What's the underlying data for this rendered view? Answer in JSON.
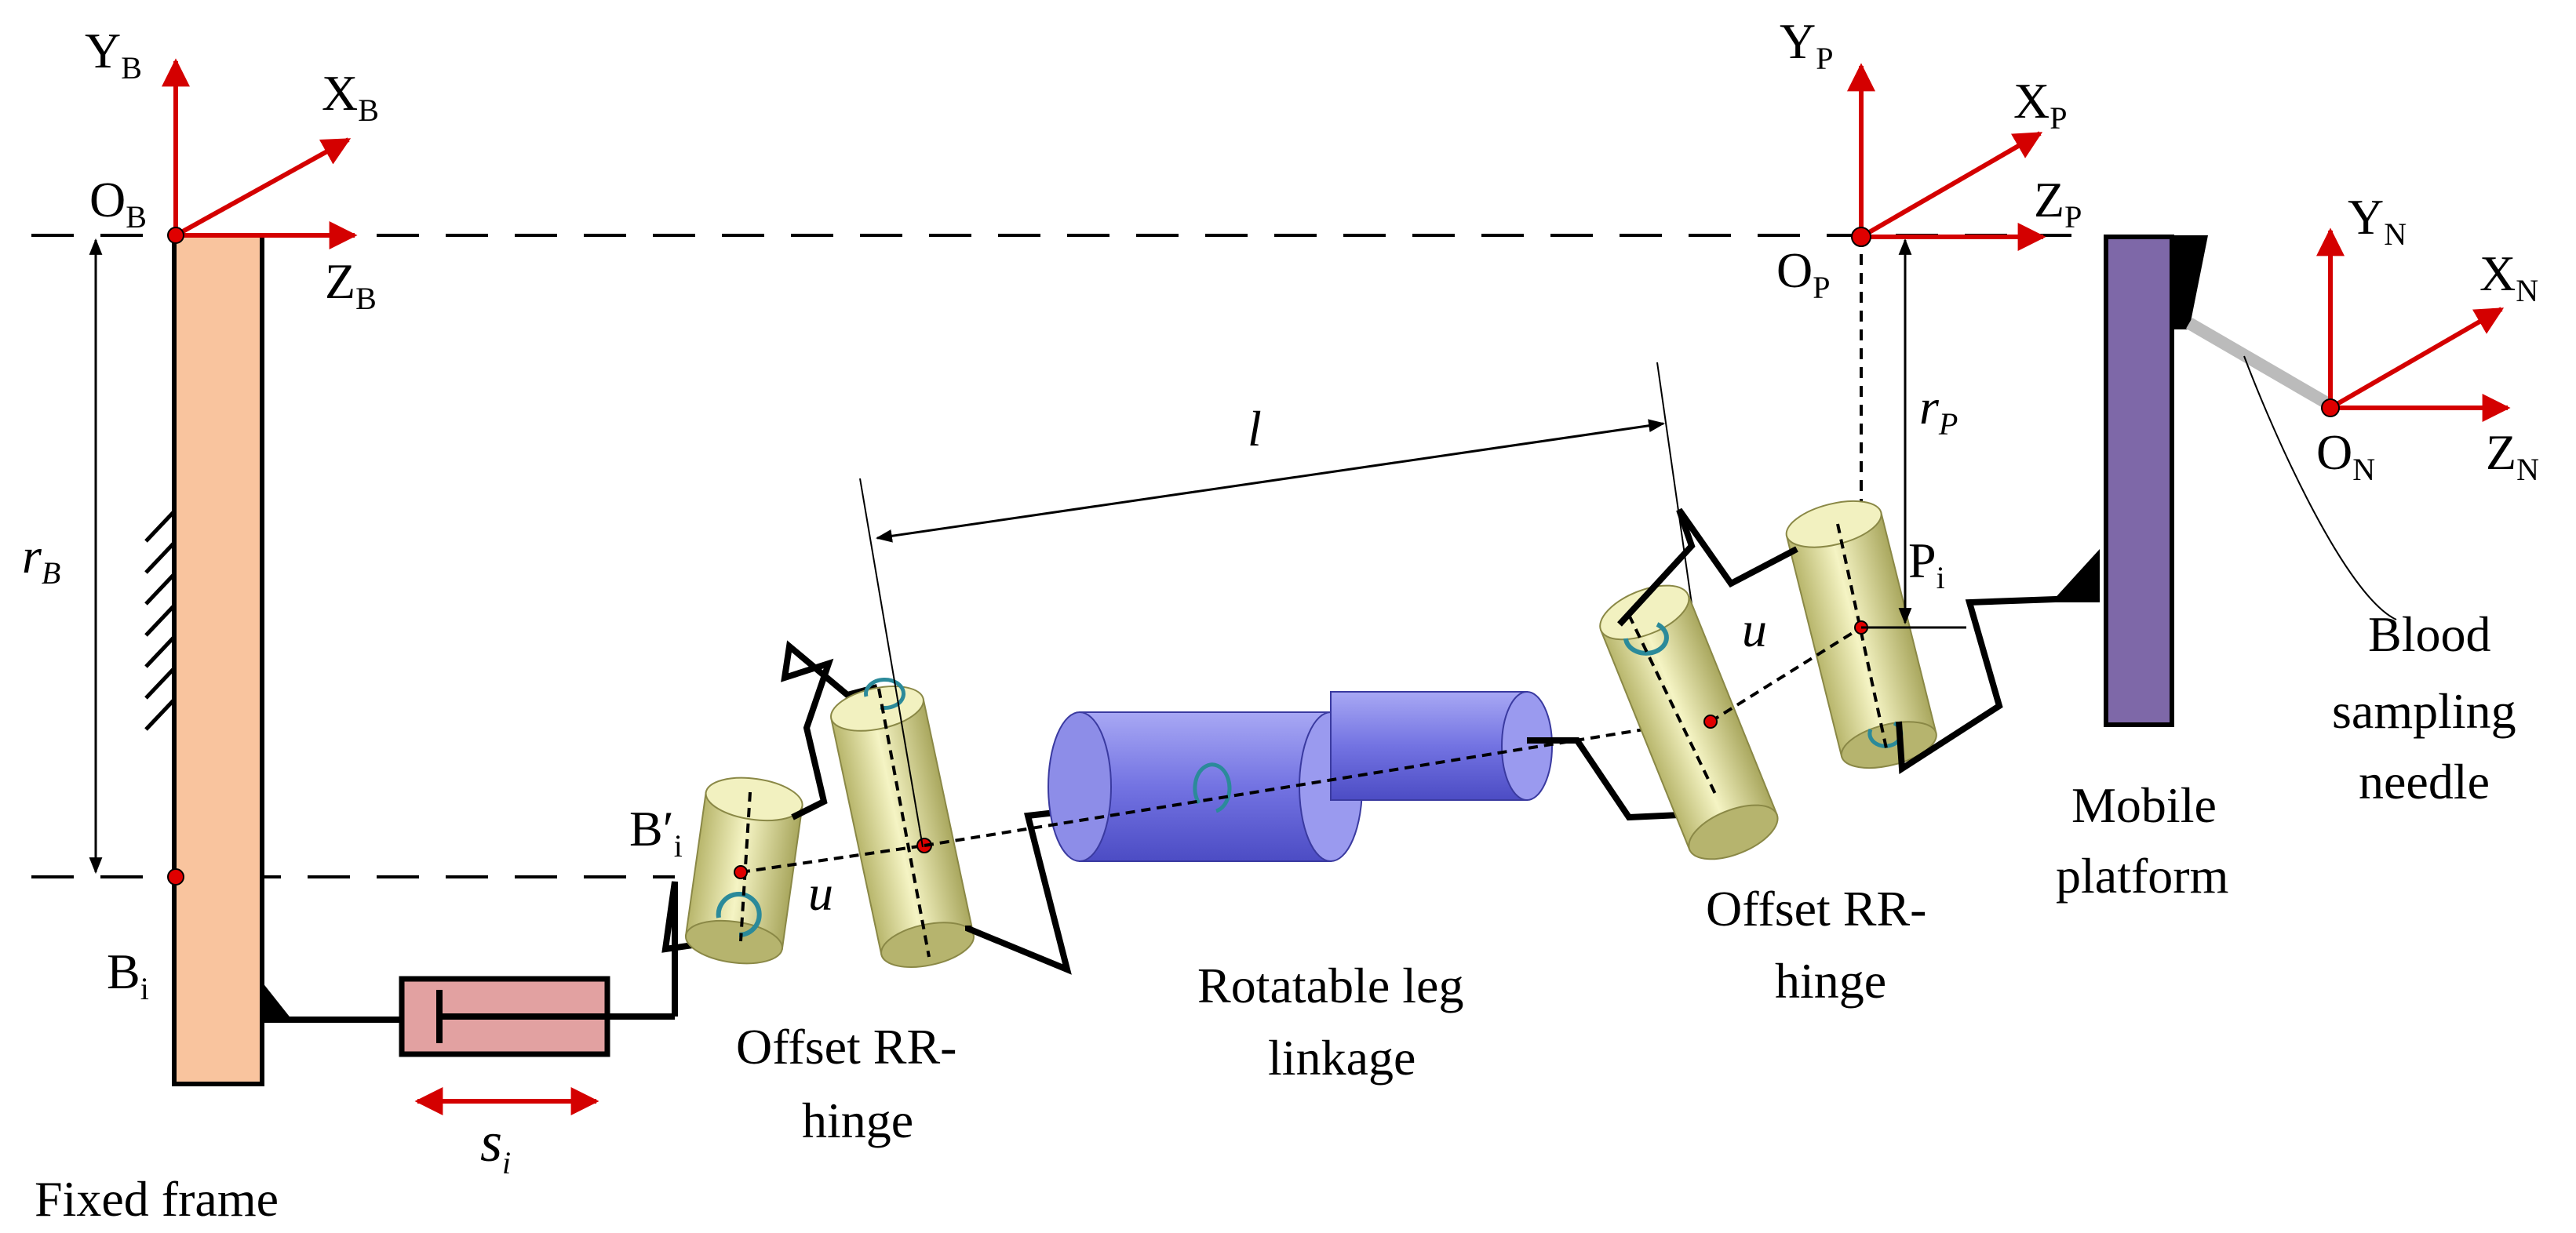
{
  "labels": {
    "fixed_frame": "Fixed frame",
    "mobile_platform_1": "Mobile",
    "mobile_platform_2": "platform",
    "rotatable_leg_1": "Rotatable leg",
    "rotatable_leg_2": "linkage",
    "offset_rr_left_1": "Offset RR-",
    "offset_rr_left_2": "hinge",
    "offset_rr_right_1": "Offset RR-",
    "offset_rr_right_2": "hinge",
    "blood_1": "Blood",
    "blood_2": "sampling",
    "blood_3": "needle"
  },
  "symbols": {
    "l": "l",
    "u_left": "u",
    "u_right": "u",
    "r_B": "r",
    "r_B_sub": "B",
    "r_P": "r",
    "r_P_sub": "P",
    "s_i": "s",
    "s_i_sub": "i",
    "B_i": "B",
    "B_i_sub": "i",
    "B_i_prime": "B′",
    "B_i_prime_sub": "i",
    "P_i": "P",
    "P_i_sub": "i"
  },
  "frames": {
    "base": {
      "origin": "O",
      "x": "X",
      "y": "Y",
      "z": "Z",
      "sub": "B"
    },
    "platform": {
      "origin": "O",
      "x": "X",
      "y": "Y",
      "z": "Z",
      "sub": "P"
    },
    "needle": {
      "origin": "O",
      "x": "X",
      "y": "Y",
      "z": "Z",
      "sub": "N"
    }
  },
  "colors": {
    "axis": "#d40000",
    "fixed_frame": "#f9c49e",
    "platform": "#7e68a8",
    "actuator": "#e2a1a1",
    "hinge": "#eceba0",
    "leg": "#7a7ae6",
    "point": "#e00000"
  }
}
